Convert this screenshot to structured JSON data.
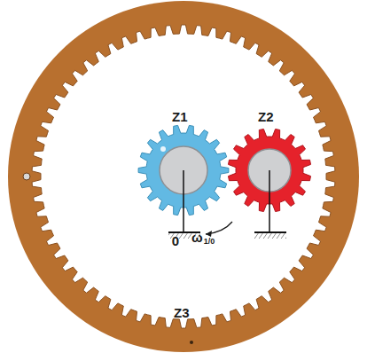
{
  "diagram": {
    "labels": [
      "Z1",
      "Z2",
      "Z3",
      "0",
      "ω",
      "1/0"
    ]
  }
}
